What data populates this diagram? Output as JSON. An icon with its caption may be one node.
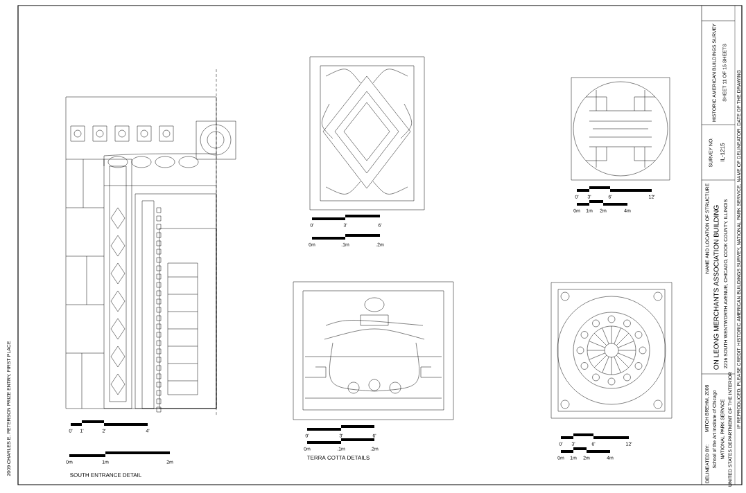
{
  "diagram": {
    "title": "ON LEONG MERCHANTS ASSOCIATION BUILDING",
    "labels": [
      "0'",
      "3'",
      "6'",
      "0m",
      ".1m",
      ".2m",
      "0'",
      "3'",
      "6'",
      "12'",
      "0m",
      "1m",
      "2m",
      "4m",
      "0'",
      "1'",
      "2'",
      "4'",
      "0m",
      "1m",
      "2m",
      "0'",
      "3'",
      "6'",
      "0m",
      ".1m",
      ".2m",
      "0'",
      "3'",
      "6'",
      "12'",
      "0m",
      "1m",
      "2m",
      "4m",
      "SOUTH ENTRANCE DETAIL",
      "TERRA COTTA DETAILS",
      "2009 CHARLES E. PETERSON PRIZE ENTRY, FIRST PLACE",
      "DELINEATED BY:",
      "MITCH BREHM, 2008",
      "School of the Art Institute of Chicago",
      "NATIONAL PARK SERVICE",
      "UNITED STATES DEPARTMENT OF THE INTERIOR",
      "NAME AND LOCATION OF STRUCTURE",
      "2216 SOUTH WENTWORTH AVENUE, CHICAGO, COOK COUNTY, ILLINOIS",
      "IF REPRODUCED, PLEASE CREDIT: HISTORIC AMERICAN BUILDINGS SURVEY, NATIONAL PARK SERVICE, NAME OF DELINEATOR, DATE OF THE DRAWING",
      "SURVEY NO.",
      "IL-1215",
      "HISTORIC AMERICAN BUILDINGS SURVEY",
      "SHEET 11 OF 15 SHEETS"
    ]
  }
}
